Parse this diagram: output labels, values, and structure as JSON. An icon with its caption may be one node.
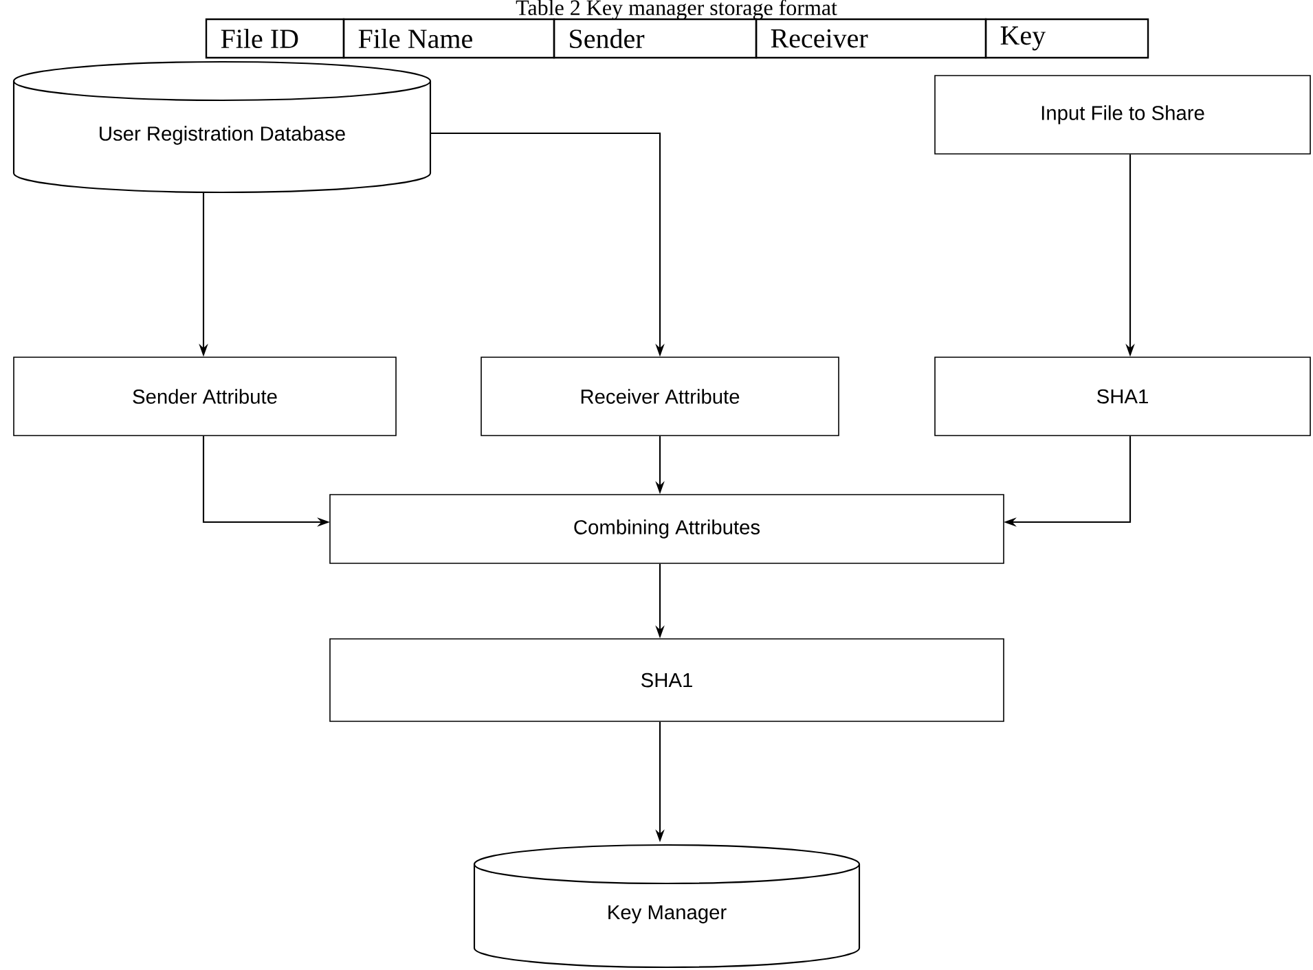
{
  "diagram": {
    "nodes": [
      {
        "text": [
          "User Registration Database"
        ]
      },
      {
        "text": [
          "Input File to Share"
        ]
      },
      {
        "text": [
          "Sender Attribute"
        ]
      },
      {
        "text": [
          "Receiver Attribute"
        ]
      },
      {
        "text": [
          "SHA1"
        ]
      },
      {
        "text": [
          "Combining Attributes"
        ]
      },
      {
        "text": [
          "SHA1"
        ]
      },
      {
        "text": [
          "Key Manager"
        ]
      }
    ],
    "edges": [
      {
        "from": 0,
        "to": 2,
        "arrow": "to"
      },
      {
        "from": 0,
        "to": 3,
        "arrow": "to"
      },
      {
        "from": 1,
        "to": 4,
        "arrow": "to"
      },
      {
        "from": 2,
        "to": 5,
        "arrow": "to"
      },
      {
        "from": 3,
        "to": 5,
        "arrow": "to"
      },
      {
        "from": 4,
        "to": 5,
        "arrow": "to"
      },
      {
        "from": 5,
        "to": 6,
        "arrow": "to"
      },
      {
        "from": 6,
        "to": 7,
        "arrow": "to"
      }
    ],
    "labels": [
      "Table 2 Key manager storage format",
      "File ID",
      "File Name",
      "Sender",
      "Receiver",
      "Key"
    ]
  }
}
